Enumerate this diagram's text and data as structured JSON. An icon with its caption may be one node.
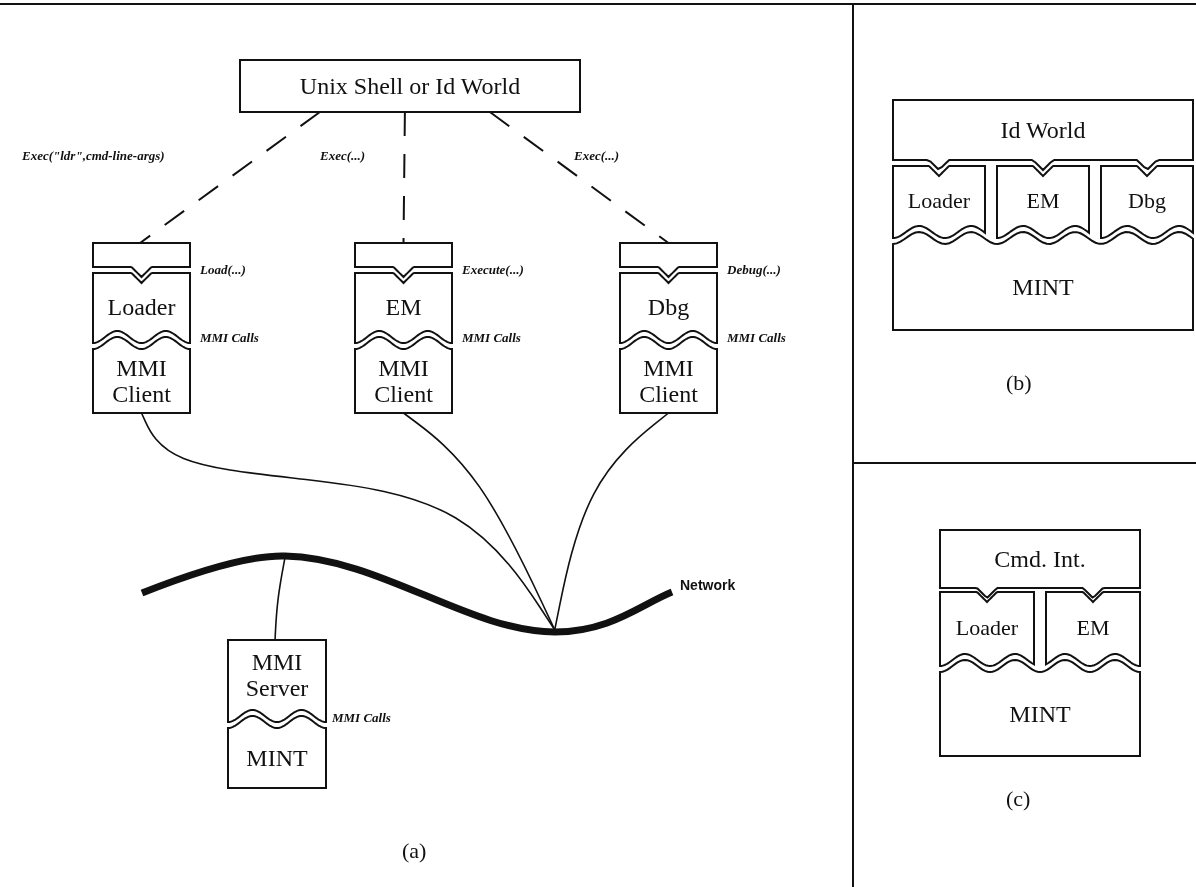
{
  "diagram": {
    "nodes": [
      {
        "text": [
          "Unix Shell or Id World"
        ]
      },
      {
        "text": [],
        "shape": "box"
      },
      {
        "text": [
          "Loader"
        ]
      },
      {
        "text": [
          "MMI Client"
        ]
      },
      {
        "text": [],
        "shape": "box"
      },
      {
        "text": [
          "EM"
        ]
      },
      {
        "text": [
          "MMI Client"
        ]
      },
      {
        "text": [],
        "shape": "box"
      },
      {
        "text": [
          "Dbg"
        ]
      },
      {
        "text": [
          "MMI Client"
        ]
      },
      {
        "text": [
          "Network"
        ]
      },
      {
        "text": [
          "MMI Server"
        ]
      },
      {
        "text": [
          "MINT"
        ]
      },
      {
        "text": [
          "Id World"
        ]
      },
      {
        "text": [
          "Loader"
        ]
      },
      {
        "text": [
          "EM"
        ]
      },
      {
        "text": [
          "Dbg"
        ]
      },
      {
        "text": [
          "MINT"
        ]
      },
      {
        "text": [
          "Cmd. Int."
        ]
      },
      {
        "text": [
          "Loader"
        ]
      },
      {
        "text": [
          "EM"
        ]
      },
      {
        "text": [
          "MINT"
        ]
      }
    ],
    "edges": [
      {
        "from": 0,
        "to": 1,
        "arrow": "none",
        "style": "dashed",
        "label": "Exec(\"ldr\",cmd-line-args)"
      },
      {
        "from": 0,
        "to": 4,
        "arrow": "none",
        "style": "dashed",
        "label": "Exec(...)"
      },
      {
        "from": 0,
        "to": 7,
        "arrow": "none",
        "style": "dashed",
        "label": "Exec(...)"
      },
      {
        "from": 3,
        "to": 10,
        "arrow": "none"
      },
      {
        "from": 6,
        "to": 10,
        "arrow": "none"
      },
      {
        "from": 9,
        "to": 10,
        "arrow": "none"
      },
      {
        "from": 11,
        "to": 10,
        "arrow": "none"
      }
    ],
    "labels": [
      "Load(...)",
      "Execute(...)",
      "Debug(...)",
      "MMI Calls",
      "MMI Calls",
      "MMI Calls",
      "MMI Calls",
      "(a)",
      "(b)",
      "(c)"
    ]
  }
}
